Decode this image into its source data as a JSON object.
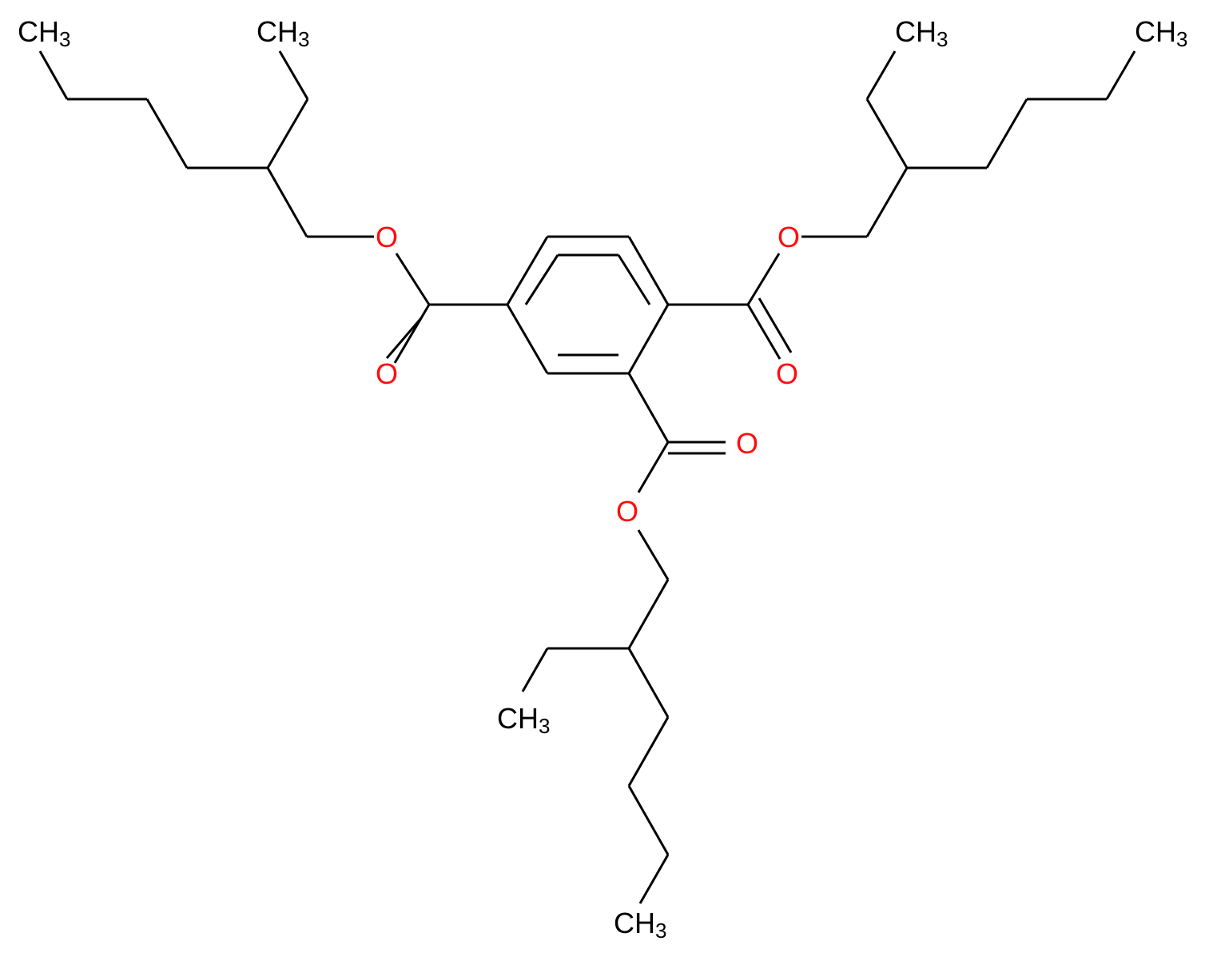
{
  "diagram": {
    "type": "chemical-structure",
    "colors": {
      "bond": "#000000",
      "oxygen": "#ff0d0d",
      "carbon_label": "#000000",
      "background": "#ffffff"
    },
    "oxygen_symbol": "O",
    "methyl_groups": [
      {
        "main": "CH",
        "sub": "3"
      },
      {
        "main": "CH",
        "sub": "3"
      },
      {
        "main": "CH",
        "sub": "3"
      },
      {
        "main": "CH",
        "sub": "3"
      },
      {
        "main": "CH",
        "sub": "3"
      },
      {
        "main": "CH",
        "sub": "3"
      }
    ]
  }
}
